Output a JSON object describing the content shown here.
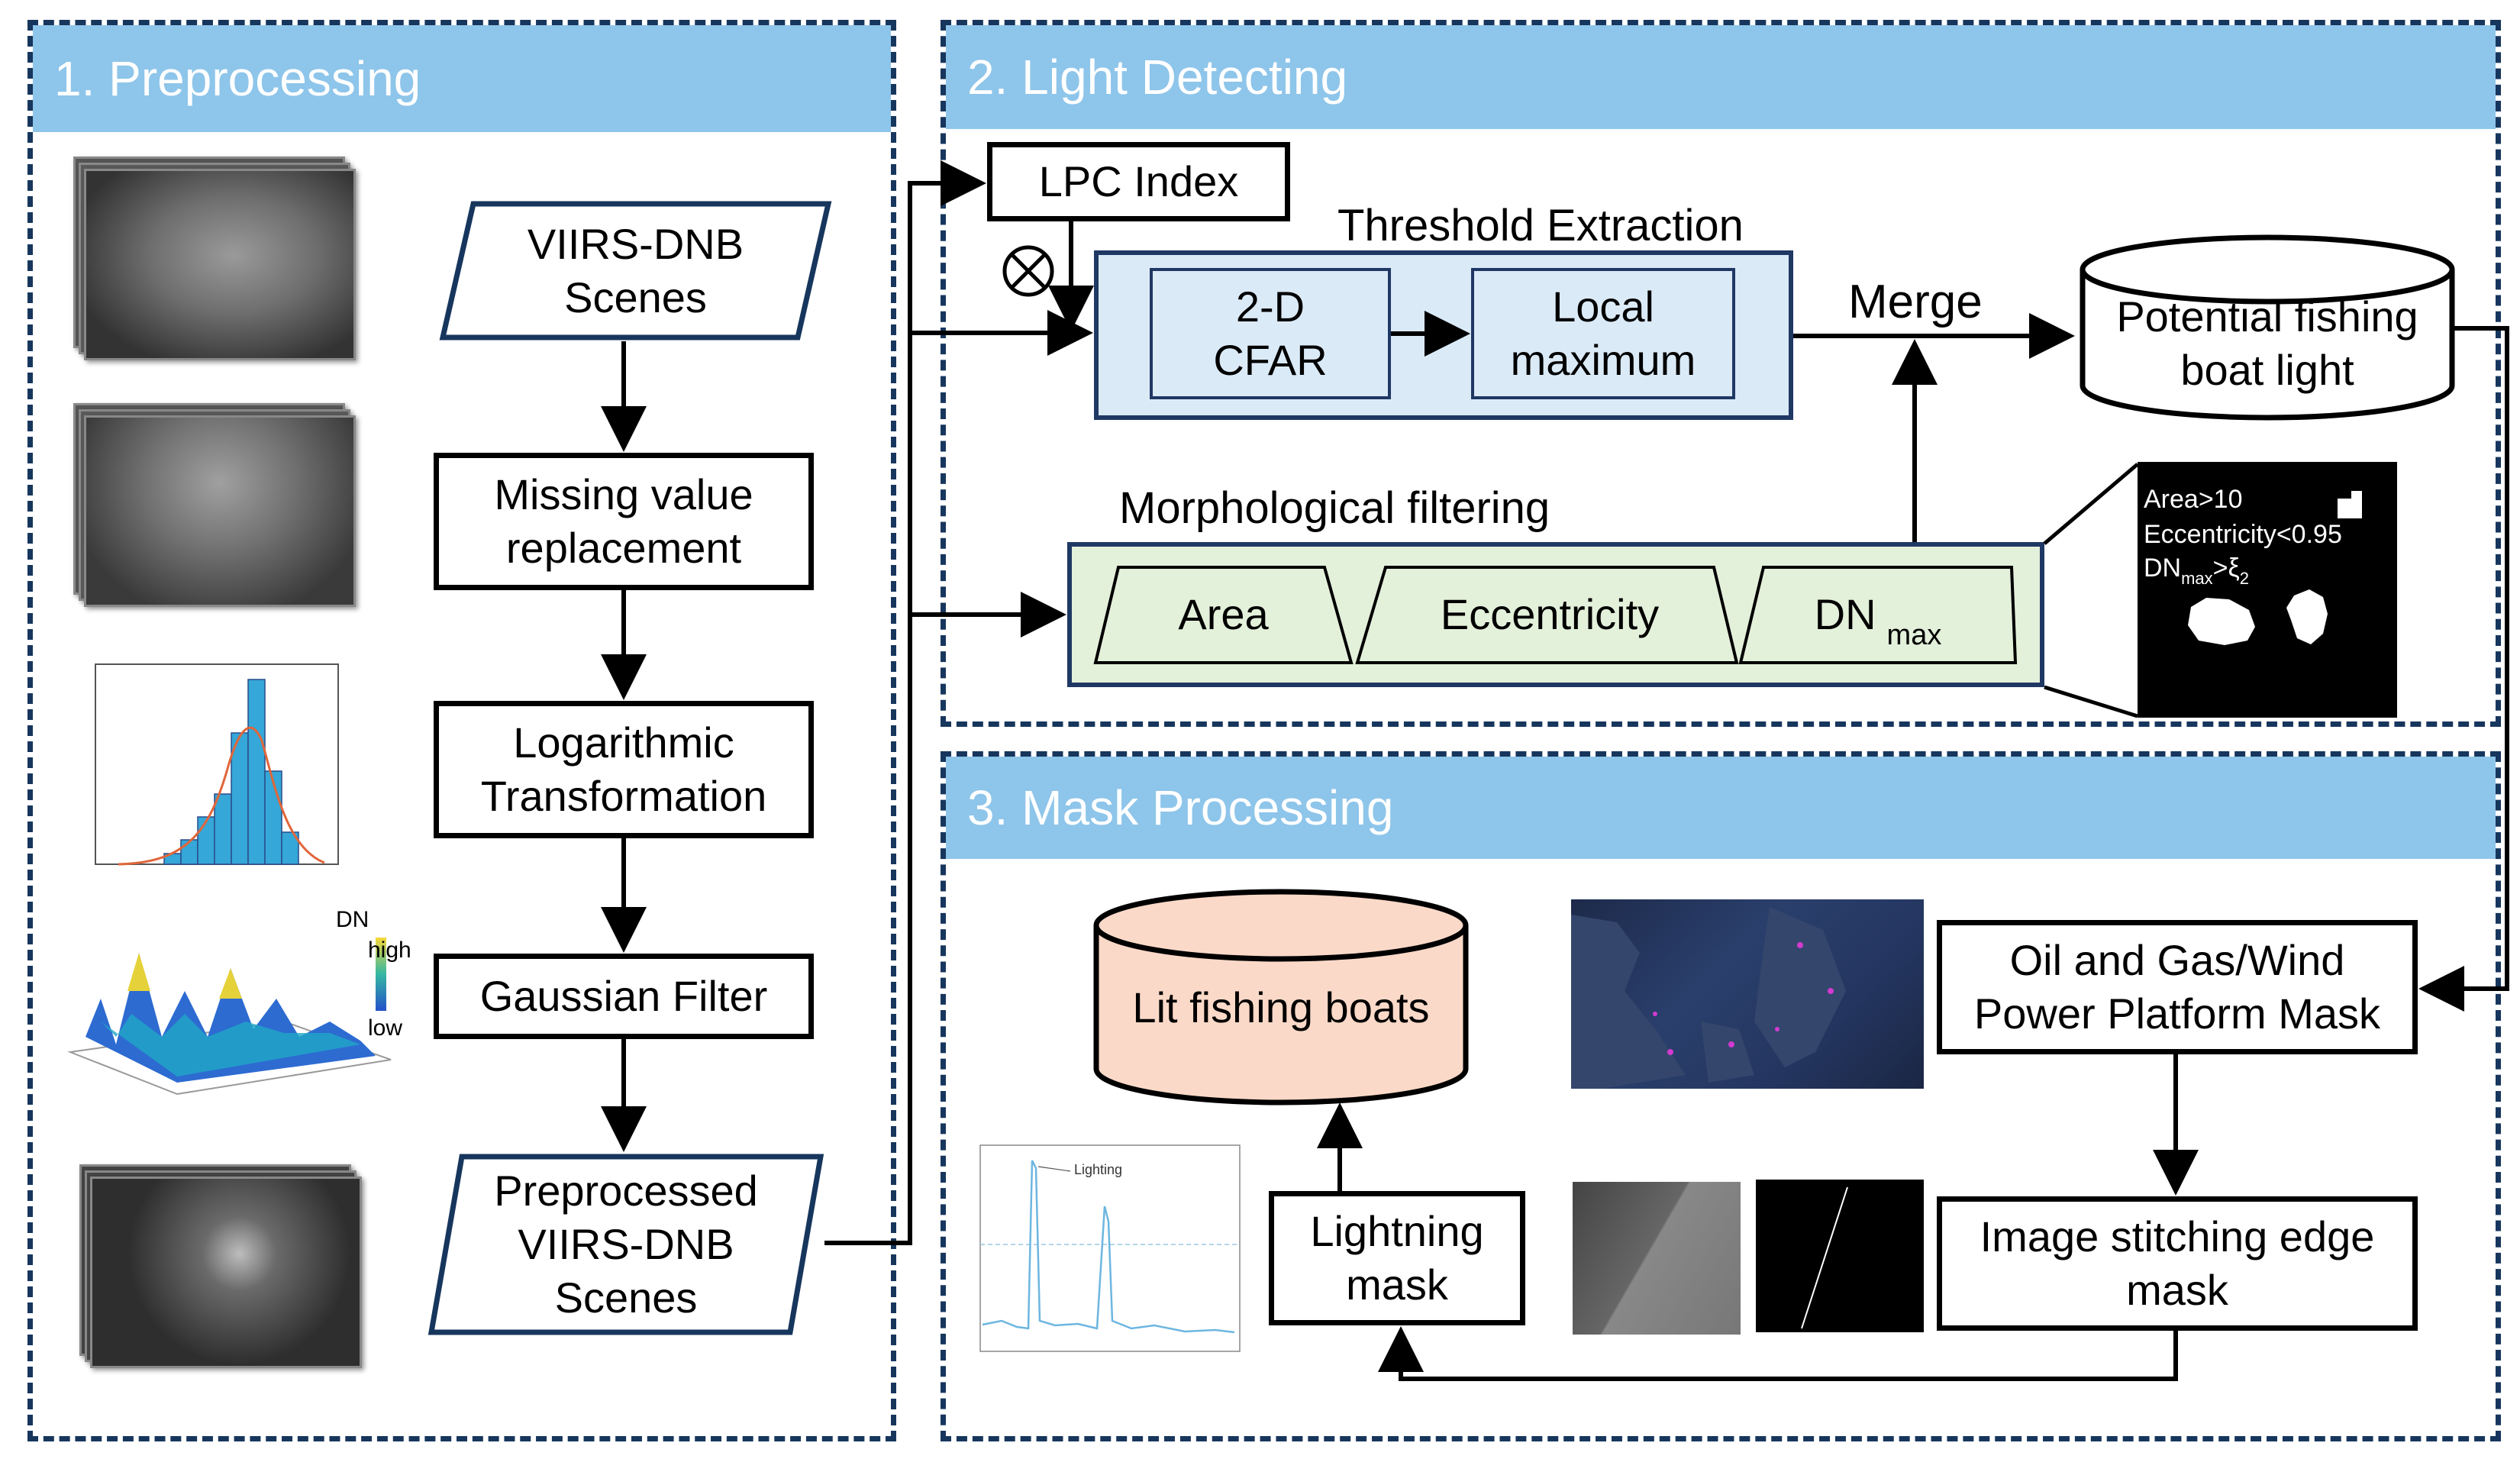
{
  "panels": {
    "preprocessing": "1. Preprocessing",
    "light_detecting": "2. Light Detecting",
    "mask_processing": "3. Mask Processing"
  },
  "preprocessing": {
    "input": "VIIRS-DNB\nScenes",
    "missing": "Missing value\nreplacement",
    "log": "Logarithmic\nTransformation",
    "gauss": "Gaussian Filter",
    "output": "Preprocessed\nVIIRS-DNB\nScenes"
  },
  "surface_legend": {
    "title": "DN",
    "high": "high",
    "low": "low"
  },
  "light_detecting": {
    "lpc": "LPC Index",
    "threshold_title": "Threshold Extraction",
    "cfar": "2-D\nCFAR",
    "localmax": "Local\nmaximum",
    "merge": "Merge",
    "potential": "Potential fishing\nboat light",
    "morph_title": "Morphological filtering",
    "area": "Area",
    "ecc": "Eccentricity",
    "dn": "DN",
    "dn_sub": "max"
  },
  "criteria": {
    "area": "Area>10",
    "ecc": "Eccentricity<0.95",
    "dn": "DN",
    "dn_sub": "max",
    "dn_rest": ">ξ",
    "dn_rest_sub": "2"
  },
  "mask_processing": {
    "lit": "Lit fishing boats",
    "oil": "Oil and Gas/Wind\nPower Platform Mask",
    "stitch": "Image stitching edge\nmask",
    "lightning": "Lightning\nmask",
    "plot_annotation": "Lighting"
  },
  "colors": {
    "panel_border": "#17365d",
    "panel_header": "#8ec5ea",
    "threshold_fill": "#dbeaf7",
    "threshold_border": "#1f3864",
    "morph_fill": "#e3f0da",
    "morph_border": "#1f3864",
    "lit_fill": "#fad9c8",
    "hist_bar": "#35a7d8",
    "curve": "#e0663a"
  },
  "icons": {
    "multiply": "circled-times-icon"
  }
}
